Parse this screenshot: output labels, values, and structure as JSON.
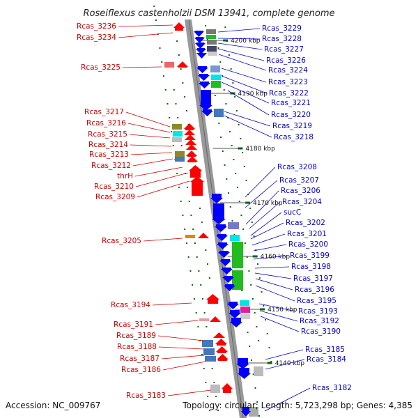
{
  "title": "Roseiflexus castenholzii DSM 13941, complete genome",
  "footer": {
    "accession": "Accession: NC_009767",
    "summary": "Topology: circular; Length: 5,723,298 bp; Genes: 4,385"
  },
  "colors": {
    "forward": "#ff0000",
    "reverse": "#0000ff",
    "label_forward": "#cc0000",
    "label_reverse": "#0000cc",
    "backbone": "#999999",
    "tick": "#006600"
  },
  "ticks": [
    {
      "label": "4200 kbp"
    },
    {
      "label": "4190 kbp"
    },
    {
      "label": "4180 kbp"
    },
    {
      "label": "4170 kbp"
    },
    {
      "label": "4160 kbp"
    },
    {
      "label": "4150 kbp"
    },
    {
      "label": "4140 kbp"
    }
  ],
  "labels_forward": [
    "Rcas_3236",
    "Rcas_3234",
    "Rcas_3225",
    "Rcas_3217",
    "Rcas_3216",
    "Rcas_3215",
    "Rcas_3214",
    "Rcas_3213",
    "Rcas_3212",
    "thrH",
    "Rcas_3210",
    "Rcas_3209",
    "Rcas_3205",
    "Rcas_3194",
    "Rcas_3191",
    "Rcas_3189",
    "Rcas_3188",
    "Rcas_3187",
    "Rcas_3186",
    "Rcas_3183"
  ],
  "labels_reverse": [
    "Rcas_3229",
    "Rcas_3228",
    "Rcas_3227",
    "Rcas_3226",
    "Rcas_3224",
    "Rcas_3223",
    "Rcas_3222",
    "Rcas_3221",
    "Rcas_3220",
    "Rcas_3219",
    "Rcas_3218",
    "Rcas_3208",
    "Rcas_3207",
    "Rcas_3206",
    "Rcas_3204",
    "sucC",
    "Rcas_3202",
    "Rcas_3201",
    "Rcas_3200",
    "Rcas_3199",
    "Rcas_3198",
    "Rcas_3197",
    "Rcas_3196",
    "Rcas_3195",
    "Rcas_3193",
    "Rcas_3192",
    "Rcas_3190",
    "Rcas_3185",
    "Rcas_3184",
    "Rcas_3182"
  ]
}
